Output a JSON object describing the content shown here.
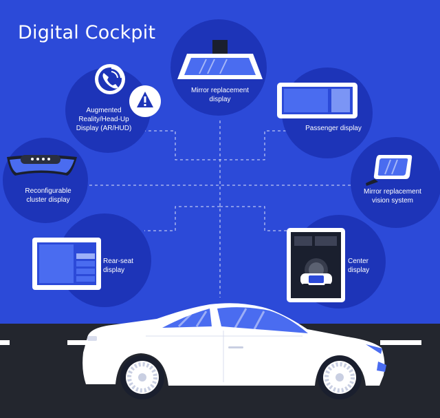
{
  "title": "Digital Cockpit",
  "labels": {
    "mirror_display": [
      "Mirror replacement",
      "display"
    ],
    "ar_hud": [
      "Augmented",
      "Reality/Head-Up",
      "Display (AR/HUD)"
    ],
    "passenger": [
      "Passenger display"
    ],
    "cluster": [
      "Reconfigurable",
      "cluster display"
    ],
    "vision": [
      "Mirror replacement",
      "vision system"
    ],
    "rear_seat": [
      "Rear-seat",
      "display"
    ],
    "center": [
      "Center",
      "display"
    ]
  },
  "icons": [
    "phone-icon",
    "warning-icon",
    "rearview-mirror-icon",
    "passenger-screen-icon",
    "cluster-display-icon",
    "side-mirror-icon",
    "tablet-icon",
    "center-console-icon",
    "car-icon"
  ],
  "colors": {
    "background": "#2c4ad8",
    "circle": "#1d34b8",
    "screen": "#4a6cf0",
    "road": "#23262e",
    "car": "#ffffff"
  }
}
